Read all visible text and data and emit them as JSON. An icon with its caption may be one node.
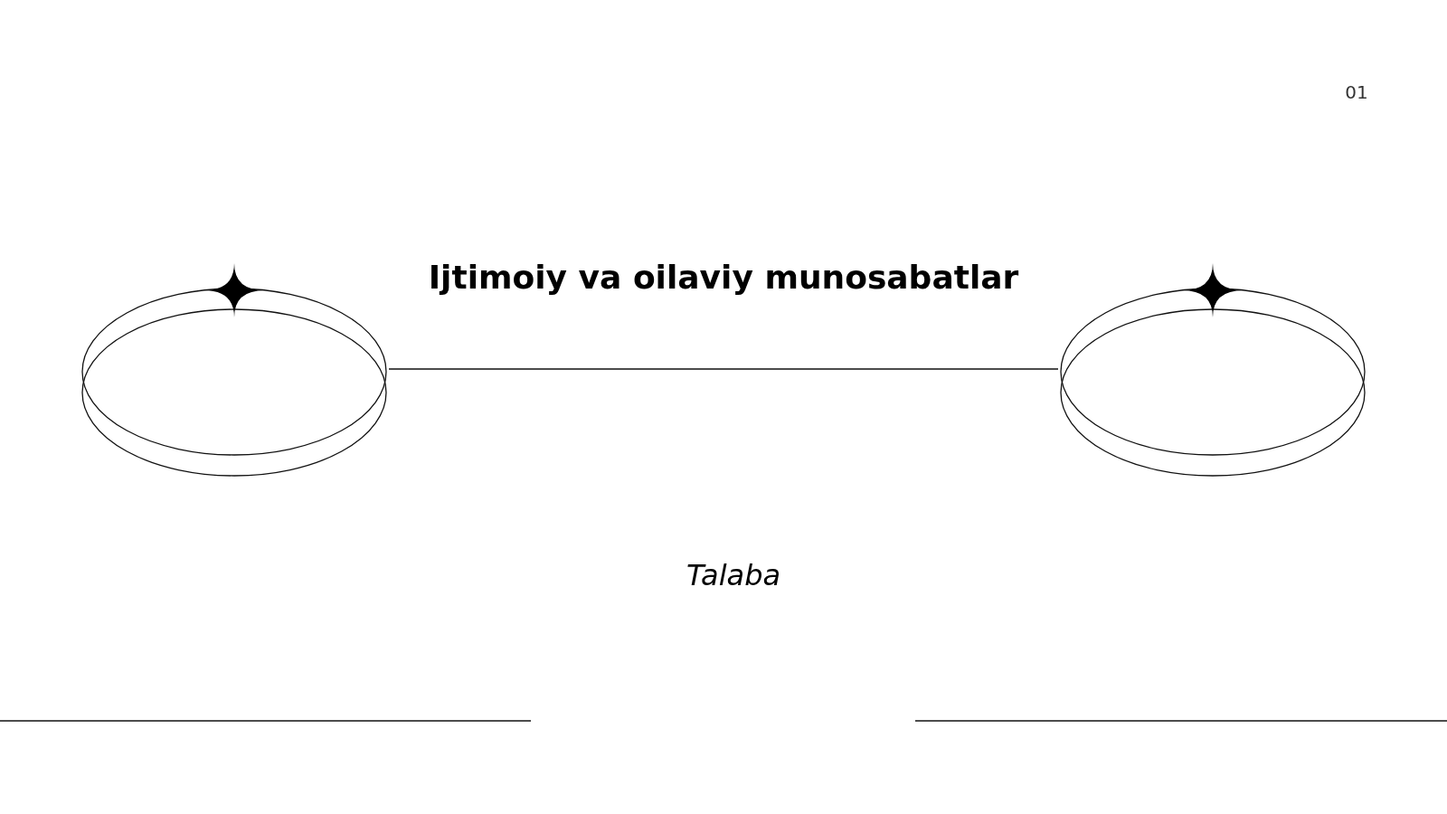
{
  "diagram": {
    "title": "Ijtimoiy va oilaviy munosabatlar",
    "nodes": [
      {
        "text": [],
        "shape": "circle"
      },
      {
        "text": [],
        "shape": "circle"
      }
    ],
    "edges": [
      {
        "from": 0,
        "to": 1,
        "arrow": "none"
      }
    ],
    "labels": [
      "01",
      "Talaba"
    ]
  }
}
